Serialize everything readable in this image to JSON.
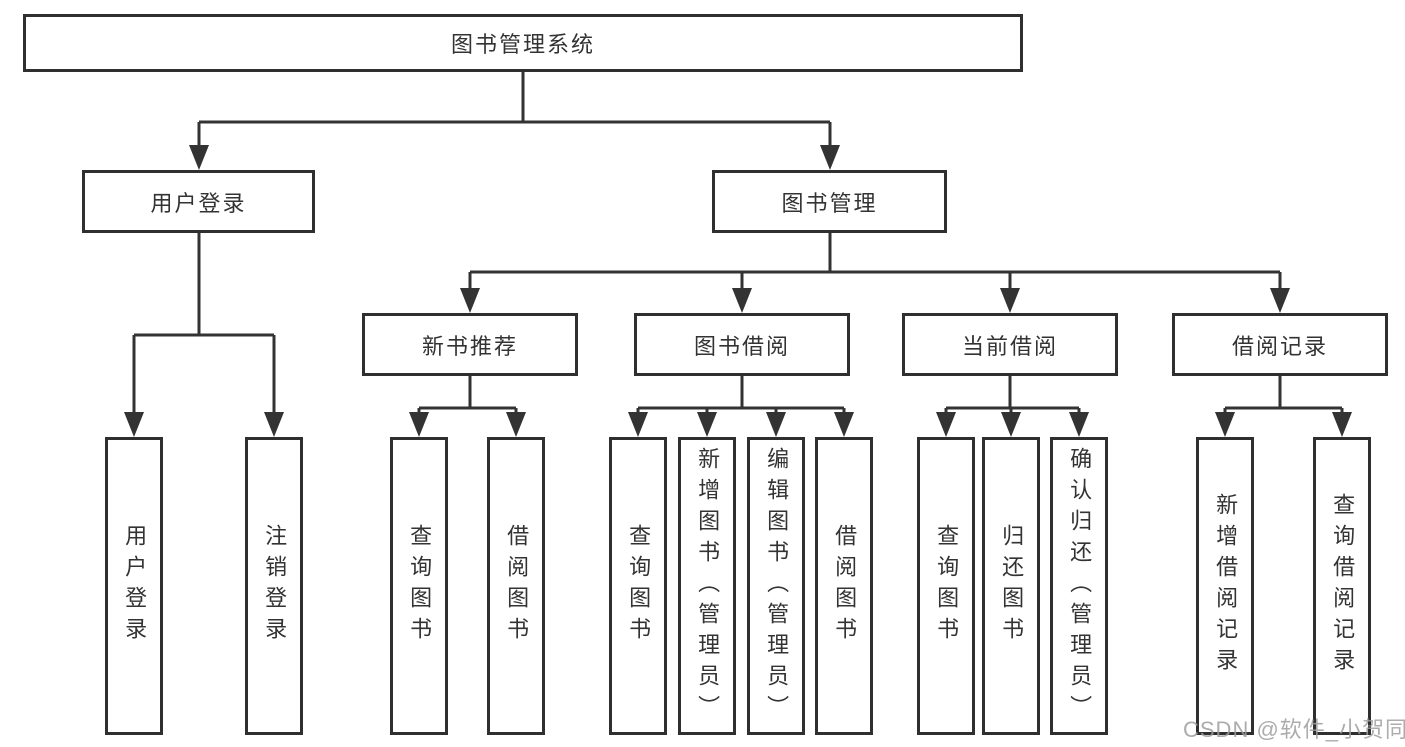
{
  "nodes": {
    "root": {
      "label": "图书管理系统"
    },
    "user_login": {
      "label": "用户登录"
    },
    "book_management": {
      "label": "图书管理"
    },
    "new_book_recommend": {
      "label": "新书推荐"
    },
    "book_borrow": {
      "label": "图书借阅"
    },
    "current_borrow": {
      "label": "当前借阅"
    },
    "borrow_records": {
      "label": "借阅记录"
    },
    "login_user_login": {
      "label": "用户登录"
    },
    "login_logout": {
      "label": "注销登录"
    },
    "recommend_query_book": {
      "label": "查询图书"
    },
    "recommend_borrow_book": {
      "label": "借阅图书"
    },
    "borrow_query_book": {
      "label": "查询图书"
    },
    "borrow_add_book": {
      "label": "新增图书（管理员）"
    },
    "borrow_edit_book": {
      "label": "编辑图书（管理员）"
    },
    "borrow_borrow_book": {
      "label": "借阅图书"
    },
    "current_query_book": {
      "label": "查询图书"
    },
    "current_return_book": {
      "label": "归还图书"
    },
    "current_confirm_return": {
      "label": "确认归还（管理员）"
    },
    "records_add_record": {
      "label": "新增借阅记录"
    },
    "records_query_record": {
      "label": "查询借阅记录"
    }
  },
  "watermark": "CSDN @软件_小贺同学",
  "colors": {
    "line": "#333333",
    "box_border": "#2f2f2f",
    "text": "#333333",
    "watermark": "#9e9e9e",
    "background": "#ffffff"
  }
}
